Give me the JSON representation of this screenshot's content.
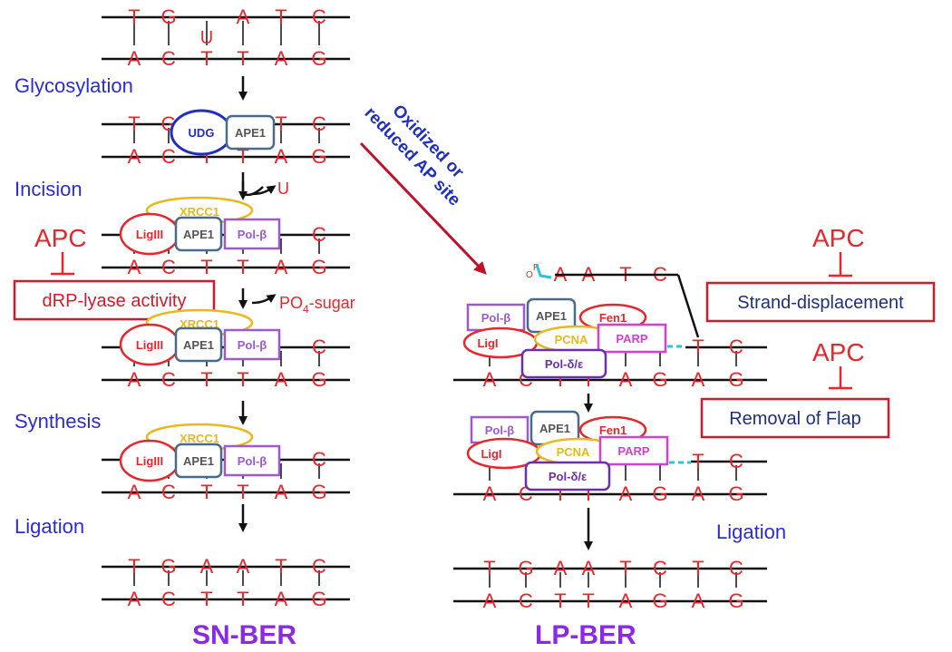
{
  "steps": {
    "glycosylation": "Glycosylation",
    "incision": "Incision",
    "synthesis": "Synthesis",
    "ligation_sn": "Ligation",
    "ligation_lp": "Ligation"
  },
  "titles": {
    "sn": "SN-BER",
    "lp": "LP-BER"
  },
  "apc_label": "APC",
  "boxes": {
    "drp": "dRP-lyase activity",
    "strand": "Strand-displacement",
    "flap": "Removal of Flap"
  },
  "pathway_arrow": {
    "line1": "Oxidized or",
    "line2": "reduced AP site"
  },
  "released": {
    "u": "U",
    "po4_main": "PO",
    "po4_sub": "4",
    "po4_rest": "-sugar"
  },
  "proteins": {
    "udg": "UDG",
    "ape1": "APE1",
    "xrcc1": "XRCC1",
    "lig3": "LigIII",
    "polb": "Pol-β",
    "fen1": "Fen1",
    "lig1": "LigI",
    "pcna": "PCNA",
    "parp": "PARP",
    "pold": "Pol-δ/ε"
  },
  "flap_mark": {
    "p": "P",
    "o": "O"
  },
  "strands": {
    "s1_top": [
      "T",
      "G",
      "A",
      "T",
      "C"
    ],
    "s1_uracil": "U",
    "s1_bottom": [
      "A",
      "C",
      "T",
      "T",
      "A",
      "G"
    ],
    "s2_top": [
      "T",
      "G",
      "T",
      "C"
    ],
    "s2_bottom": [
      "A",
      "C",
      "T",
      "T",
      "A",
      "G"
    ],
    "s3_top": [
      "C"
    ],
    "s3_bottom": [
      "A",
      "C",
      "T",
      "T",
      "A",
      "G"
    ],
    "s4_top": [
      "C"
    ],
    "s4_bottom": [
      "A",
      "C",
      "T",
      "T",
      "A",
      "G"
    ],
    "s5_top": [
      "C"
    ],
    "s5_bottom": [
      "A",
      "C",
      "T",
      "T",
      "A",
      "G"
    ],
    "s6_top": [
      "T",
      "G",
      "A",
      "A",
      "T",
      "C"
    ],
    "s6_bottom": [
      "A",
      "C",
      "T",
      "T",
      "A",
      "G"
    ],
    "lp_flap": [
      "A",
      "A",
      "T",
      "C"
    ],
    "lp1_top": [
      "T",
      "C"
    ],
    "lp1_bottom": [
      "A",
      "C",
      "T",
      "T",
      "A",
      "G",
      "A",
      "G"
    ],
    "lp2_top": [
      "T",
      "C"
    ],
    "lp2_bottom": [
      "A",
      "C",
      "T",
      "T",
      "A",
      "G",
      "A",
      "G"
    ],
    "lp3_top": [
      "T",
      "G",
      "A",
      "A",
      "T",
      "C",
      "T",
      "C"
    ],
    "lp3_bottom": [
      "A",
      "C",
      "T",
      "T",
      "A",
      "G",
      "A",
      "G"
    ]
  },
  "colors": {
    "base": "#e8262c",
    "step_text": "#2b2bd8",
    "title": "#8a2be2",
    "pathway_arrow": "#c0102a",
    "udg": "#1f2fbf",
    "ape1": "#4a6a8a",
    "xrcc1": "#e8b81e",
    "lig": "#e8262c",
    "polb": "#9b59d6",
    "fen1": "#e8262c",
    "pcna": "#e8b81e",
    "parp": "#d63fd6",
    "pold": "#6a2fb0",
    "teal": "#27c7d6"
  }
}
